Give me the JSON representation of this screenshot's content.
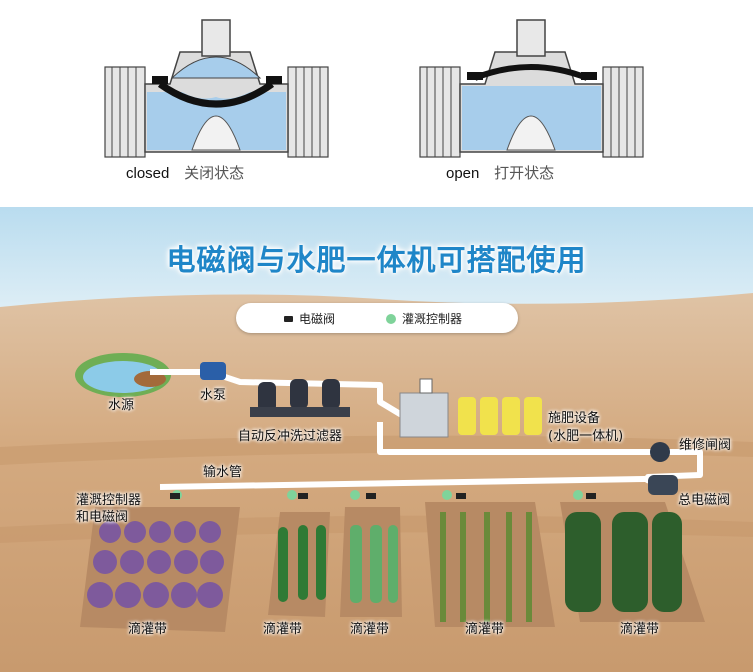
{
  "valve_diagrams": {
    "closed": {
      "label_en": "closed",
      "label_zh": "关闭状态"
    },
    "open": {
      "label_en": "open",
      "label_zh": "打开状态"
    }
  },
  "scene": {
    "title": "电磁阀与水肥一体机可搭配使用",
    "legend": {
      "solenoid_valve": "电磁阀",
      "irrigation_controller": "灌溉控制器"
    },
    "labels": {
      "water_source": "水源",
      "water_pump": "水泵",
      "auto_backwash_filter": "自动反冲洗过滤器",
      "fertilizer_equipment_line1": "施肥设备",
      "fertilizer_equipment_line2": "(水肥一体机)",
      "maintenance_gate_valve": "维修闸阀",
      "main_solenoid_valve": "总电磁阀",
      "water_pipe": "输水管",
      "controller_and_valve_line1": "灌溉控制器",
      "controller_and_valve_line2": "和电磁阀",
      "drip_tape": "滴灌带"
    },
    "colors": {
      "title": "#1f86c8",
      "controller_dot": "#7fd39a",
      "pipe": "#ffffff",
      "soil": "#d2a67b",
      "sky": "#cfe6f3"
    }
  }
}
